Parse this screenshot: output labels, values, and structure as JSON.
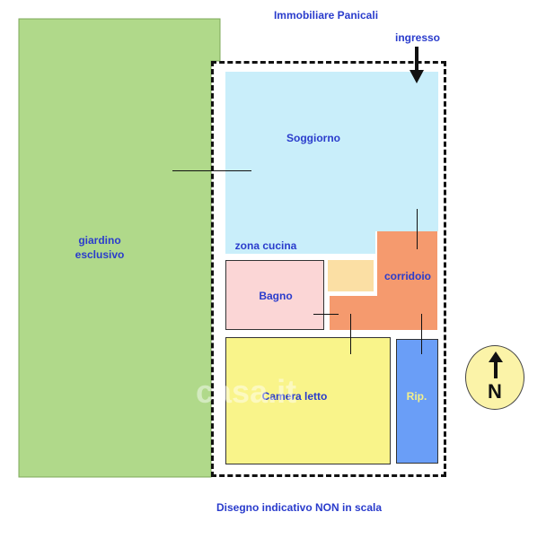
{
  "header": {
    "title": "Immobiliare Panicali"
  },
  "entrance": {
    "label": "ingresso"
  },
  "rooms": {
    "garden": "giardino\nesclusivo",
    "garden_line1": "giardino",
    "garden_line2": "esclusivo",
    "living": "Soggiorno",
    "kitchen": "zona cucina",
    "bath": "Bagno",
    "corridor": "corridoio",
    "bedroom": "Camera letto",
    "storage": "Rip."
  },
  "compass": {
    "label": "N"
  },
  "watermark": "casa.it",
  "footer": {
    "note": "Disegno indicativo NON in scala"
  },
  "colors": {
    "garden": "#b0d98a",
    "living": "#c9eefa",
    "bath": "#fbd6d6",
    "closet": "#fbdfa4",
    "corridor": "#f59a6e",
    "bedroom": "#f9f48a",
    "storage": "#6a9ef7",
    "text": "#2a3ccc",
    "compass": "#fbf3a8"
  }
}
